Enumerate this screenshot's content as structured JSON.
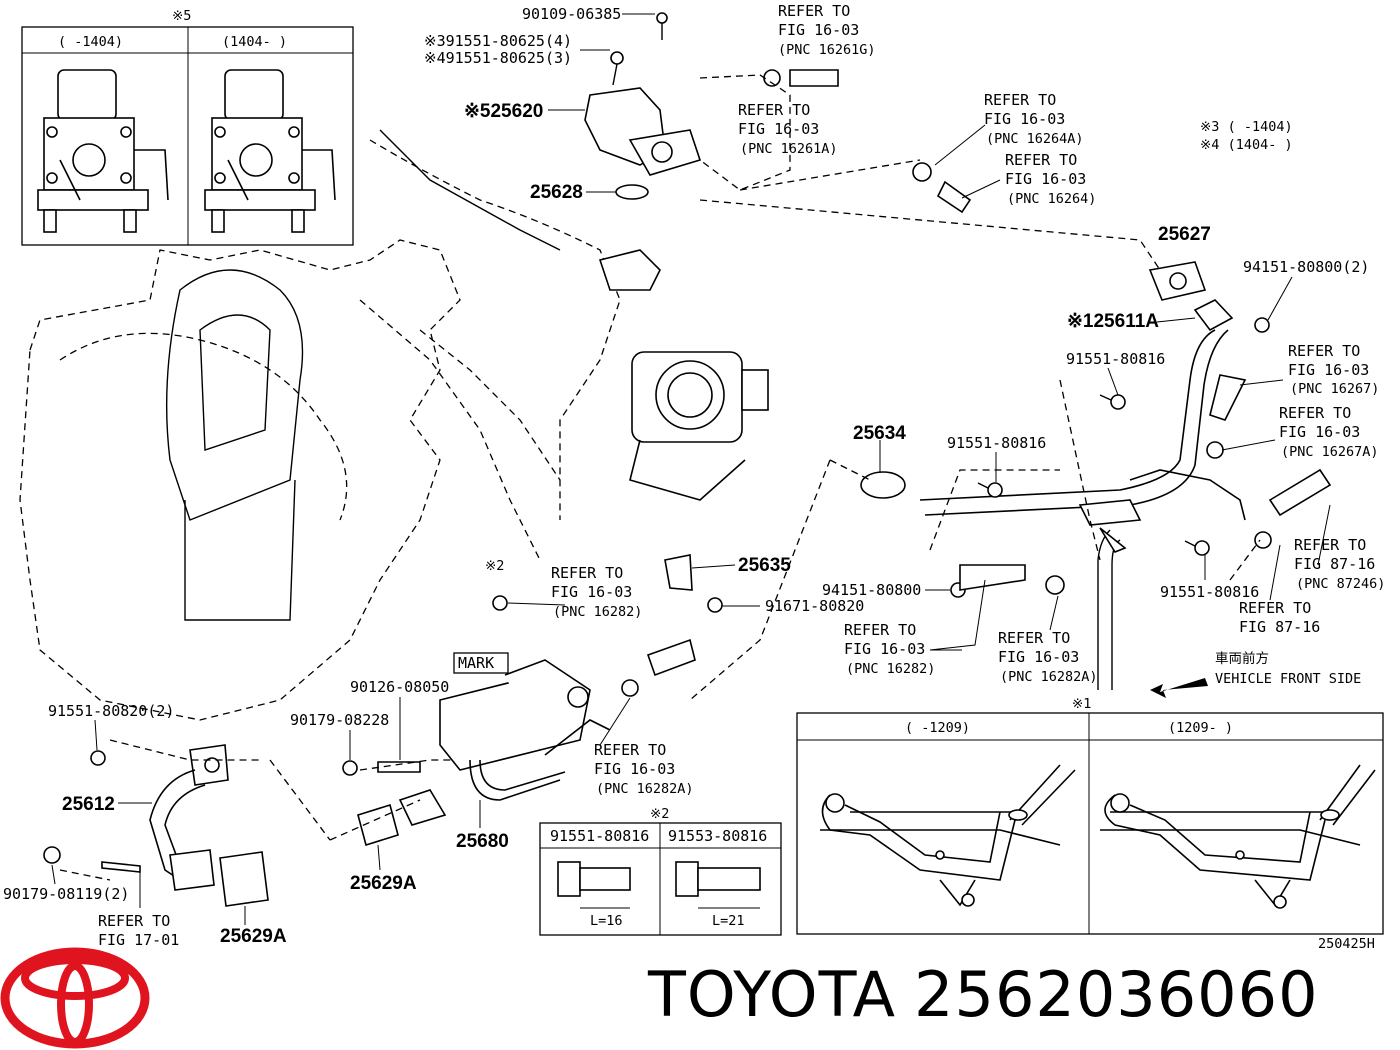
{
  "brand": {
    "name": "TOYOTA",
    "part_number": "2562036060"
  },
  "figure_code": "250425H",
  "inset_top": {
    "mark": "※5",
    "col1": "(      -1404)",
    "col2": "(1404-      )"
  },
  "inset_bottom": {
    "mark": "※1",
    "col1": "(      -1209)",
    "col2": "(1209-      )"
  },
  "inset_bolts": {
    "mark": "※2",
    "col1": "91551-80816",
    "col2": "91553-80816",
    "len1": "L=16",
    "len2": "L=21"
  },
  "notes": {
    "n3": "※3 (      -1404)",
    "n4": "※4 (1404-      )"
  },
  "vehicle": {
    "jp": "車両前方",
    "en": "VEHICLE FRONT SIDE"
  },
  "labels": {
    "l_90109": "90109-06385",
    "l_391551": "※391551-80625(4)",
    "l_491551": "※491551-80625(3)",
    "l_25620": "※525620",
    "l_25628": "25628",
    "l_25627": "25627",
    "l_94151a": "94151-80800(2)",
    "l_25611A": "※125611A",
    "l_91551a": "91551-80816",
    "l_25634": "25634",
    "l_91551b": "91551-80816",
    "l_91551c": "91551-80816",
    "l_25635": "25635",
    "l_91671": "91671-80820",
    "l_94151b": "94151-80800",
    "l_x2": "※2",
    "l_mark": "MARK",
    "l_90126": "90126-08050",
    "l_90179a": "90179-08228",
    "l_91551d": "91551-80820(2)",
    "l_25612": "25612",
    "l_90179b": "90179-08119(2)",
    "l_25629Aa": "25629A",
    "l_25629Ab": "25629A",
    "l_25680": "25680"
  },
  "refs": {
    "r1": [
      "REFER TO",
      "FIG 16-03",
      "(PNC 16261G)"
    ],
    "r2": [
      "REFER TO",
      "FIG 16-03",
      "(PNC 16261A)"
    ],
    "r3": [
      "REFER TO",
      "FIG 16-03",
      "(PNC 16264A)"
    ],
    "r4": [
      "REFER TO",
      "FIG 16-03",
      "(PNC 16264)"
    ],
    "r5": [
      "REFER TO",
      "FIG 16-03",
      "(PNC 16267)"
    ],
    "r6": [
      "REFER TO",
      "FIG 16-03",
      "(PNC 16267A)"
    ],
    "r7": [
      "REFER TO",
      "FIG 87-16",
      "(PNC 87246)"
    ],
    "r8": [
      "REFER TO",
      "FIG 87-16"
    ],
    "r9": [
      "REFER TO",
      "FIG 16-03",
      "(PNC 16282)"
    ],
    "r10": [
      "REFER TO",
      "FIG 16-03",
      "(PNC 16282)"
    ],
    "r11": [
      "REFER TO",
      "FIG 16-03",
      "(PNC 16282A)"
    ],
    "r12": [
      "REFER TO",
      "FIG 16-03",
      "(PNC 16282A)"
    ],
    "r13": [
      "REFER TO",
      "FIG 17-01"
    ]
  },
  "colors": {
    "logo_red": "#e0141e",
    "ink": "#000000"
  }
}
